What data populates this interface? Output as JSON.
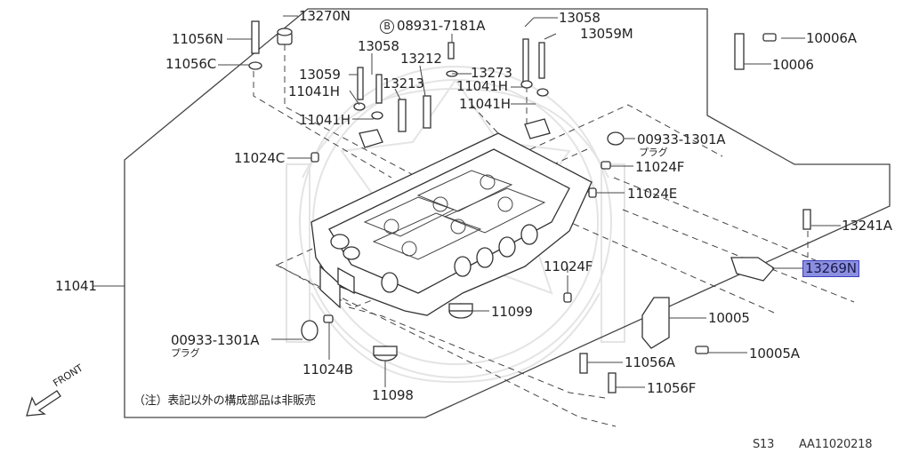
{
  "labels": {
    "p13270N": "13270N",
    "p11056N": "11056N",
    "p11056C": "11056C",
    "p08931_prefix": "B",
    "p08931": "08931-7181A",
    "p13058a": "13058",
    "p13058b": "13058",
    "p13059M": "13059M",
    "p13059": "13059",
    "p13212": "13212",
    "p13273": "13273",
    "p11041Ha": "11041H",
    "p11041Hb": "11041H",
    "p11041Hc": "11041H",
    "p11041Hd": "11041H",
    "p13213": "13213",
    "p10006A": "10006A",
    "p10006": "10006",
    "p00933a": "00933-1301A",
    "p00933a_sub": "プラグ",
    "p11024C": "11024C",
    "p11024F_top": "11024F",
    "p11024E": "11024E",
    "p13241A": "13241A",
    "p13269N": "13269N",
    "p11041": "11041",
    "p11024F_mid": "11024F",
    "p11099": "11099",
    "p10005": "10005",
    "p00933b": "00933-1301A",
    "p00933b_sub": "プラグ",
    "p11024B": "11024B",
    "p10005A": "10005A",
    "p11056A": "11056A",
    "p11056F": "11056F",
    "p11098": "11098",
    "note": "（注）表記以外の構成部品は非販売",
    "front": "FRONT",
    "ref_left": "S13",
    "ref_right": "AA11020218"
  },
  "colors": {
    "highlight": "#8b8fe0",
    "line": "#444444"
  },
  "icons": {
    "front": "front-arrow-icon",
    "watermark": "emblem-watermark"
  }
}
